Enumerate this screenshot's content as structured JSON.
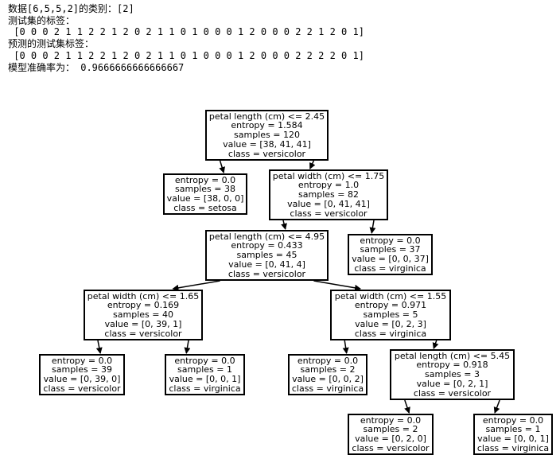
{
  "console": {
    "lines": [
      "数据[6,5,5,2]的类别：[2]",
      "测试集的标签：",
      " [0 0 0 2 1 1 2 2 1 2 0 2 1 1 0 1 0 0 0 1 2 0 0 0 2 2 1 2 0 1]",
      "预测的测试集标签：",
      " [0 0 0 2 1 1 2 2 1 2 0 2 1 1 0 1 0 0 0 1 2 0 0 0 2 2 2 2 0 1]",
      "模型准确率为： 0.9666666666666667"
    ]
  },
  "tree": {
    "nodes": [
      {
        "id": "n0",
        "lines": [
          "petal length (cm) <= 2.45",
          "entropy = 1.584",
          "samples = 120",
          "value = [38, 41, 41]",
          "class = versicolor"
        ]
      },
      {
        "id": "n1",
        "lines": [
          "entropy = 0.0",
          "samples = 38",
          "value = [38, 0, 0]",
          "class = setosa"
        ]
      },
      {
        "id": "n2",
        "lines": [
          "petal width (cm) <= 1.75",
          "entropy = 1.0",
          "samples = 82",
          "value = [0, 41, 41]",
          "class = versicolor"
        ]
      },
      {
        "id": "n3",
        "lines": [
          "petal length (cm) <= 4.95",
          "entropy = 0.433",
          "samples = 45",
          "value = [0, 41, 4]",
          "class = versicolor"
        ]
      },
      {
        "id": "n4",
        "lines": [
          "entropy = 0.0",
          "samples = 37",
          "value = [0, 0, 37]",
          "class = virginica"
        ]
      },
      {
        "id": "n5",
        "lines": [
          "petal width (cm) <= 1.65",
          "entropy = 0.169",
          "samples = 40",
          "value = [0, 39, 1]",
          "class = versicolor"
        ]
      },
      {
        "id": "n6",
        "lines": [
          "petal width (cm) <= 1.55",
          "entropy = 0.971",
          "samples = 5",
          "value = [0, 2, 3]",
          "class = virginica"
        ]
      },
      {
        "id": "n7",
        "lines": [
          "entropy = 0.0",
          "samples = 39",
          "value = [0, 39, 0]",
          "class = versicolor"
        ]
      },
      {
        "id": "n8",
        "lines": [
          "entropy = 0.0",
          "samples = 1",
          "value = [0, 0, 1]",
          "class = virginica"
        ]
      },
      {
        "id": "n9",
        "lines": [
          "entropy = 0.0",
          "samples = 2",
          "value = [0, 0, 2]",
          "class = virginica"
        ]
      },
      {
        "id": "n10",
        "lines": [
          "petal length (cm) <= 5.45",
          "entropy = 0.918",
          "samples = 3",
          "value = [0, 2, 1]",
          "class = versicolor"
        ]
      },
      {
        "id": "n11",
        "lines": [
          "entropy = 0.0",
          "samples = 2",
          "value = [0, 2, 0]",
          "class = versicolor"
        ]
      },
      {
        "id": "n12",
        "lines": [
          "entropy = 0.0",
          "samples = 1",
          "value = [0, 0, 1]",
          "class = virginica"
        ]
      }
    ],
    "edges": [
      [
        "n0",
        "n1"
      ],
      [
        "n0",
        "n2"
      ],
      [
        "n2",
        "n3"
      ],
      [
        "n2",
        "n4"
      ],
      [
        "n3",
        "n5"
      ],
      [
        "n3",
        "n6"
      ],
      [
        "n5",
        "n7"
      ],
      [
        "n5",
        "n8"
      ],
      [
        "n6",
        "n9"
      ],
      [
        "n6",
        "n10"
      ],
      [
        "n10",
        "n11"
      ],
      [
        "n10",
        "n12"
      ]
    ]
  }
}
